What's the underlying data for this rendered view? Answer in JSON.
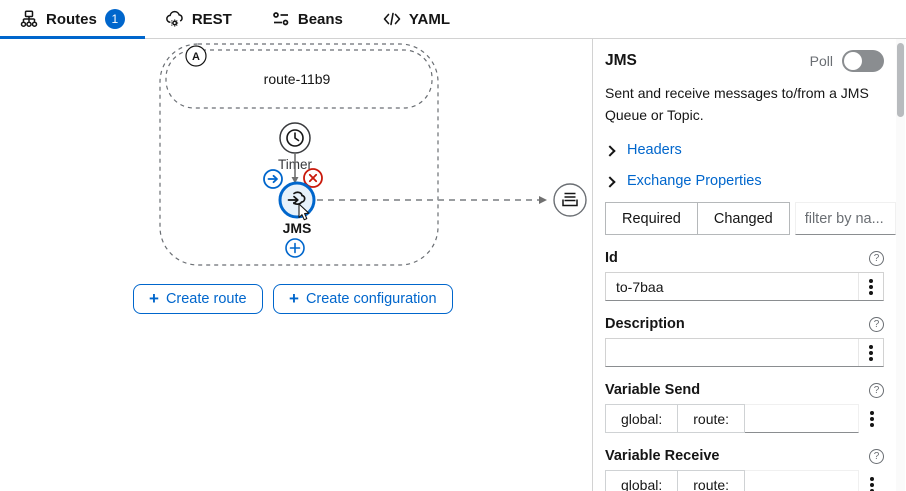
{
  "tabs": {
    "routes": {
      "label": "Routes",
      "badge": "1"
    },
    "rest": {
      "label": "REST"
    },
    "beans": {
      "label": "Beans"
    },
    "yaml": {
      "label": "YAML"
    }
  },
  "canvas": {
    "group_badge": "A",
    "route_name": "route-11b9",
    "timer_label": "Timer",
    "jms_label": "JMS",
    "create_route_label": "Create route",
    "create_config_label": "Create configuration"
  },
  "panel": {
    "title": "JMS",
    "poll_label": "Poll",
    "poll_on": false,
    "description": "Sent and receive messages to/from a JMS Queue or Topic.",
    "headers_link": "Headers",
    "exchange_properties_link": "Exchange Properties",
    "required_label": "Required",
    "changed_label": "Changed",
    "filter_placeholder": "filter by na...",
    "help_glyph": "?",
    "fields": {
      "id": {
        "label": "Id",
        "value": "to-7baa"
      },
      "description": {
        "label": "Description",
        "value": ""
      },
      "variable_send": {
        "label": "Variable Send",
        "global": "global:",
        "route": "route:",
        "value": ""
      },
      "variable_receive": {
        "label": "Variable Receive",
        "global": "global:",
        "route": "route:",
        "value": ""
      }
    }
  },
  "colors": {
    "accent": "#0066cc",
    "danger": "#c9190b",
    "node_fill": "#e7f1fa",
    "toggle_off": "#8a8d90",
    "dash_gray": "#8a8d90"
  }
}
